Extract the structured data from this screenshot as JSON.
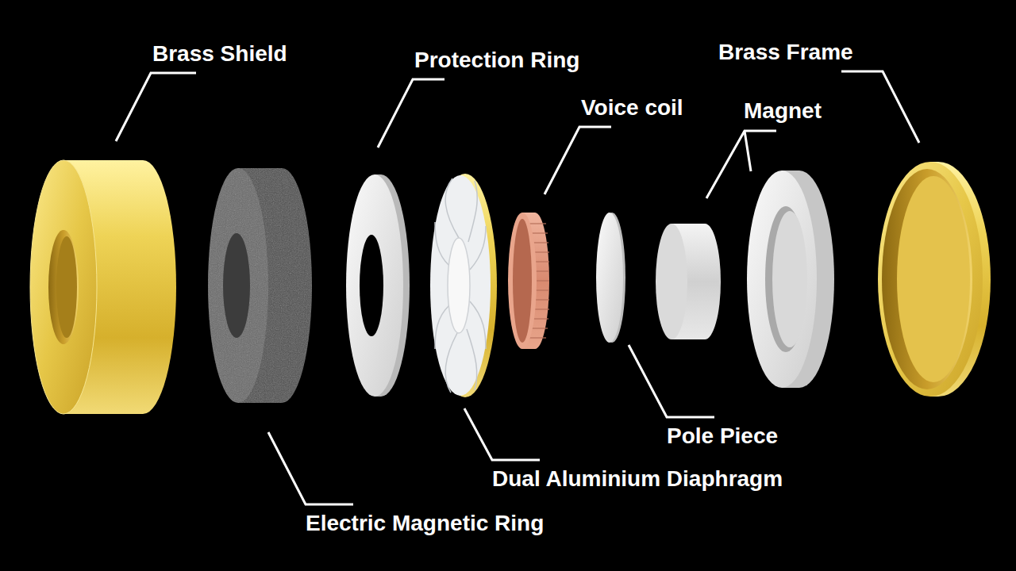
{
  "diagram": {
    "labels": [
      "Brass Shield",
      "Protection Ring",
      "Voice coil",
      "Magnet",
      "Brass Frame",
      "Electric Magnetic Ring",
      "Dual Aluminium Diaphragm",
      "Pole Piece"
    ]
  }
}
